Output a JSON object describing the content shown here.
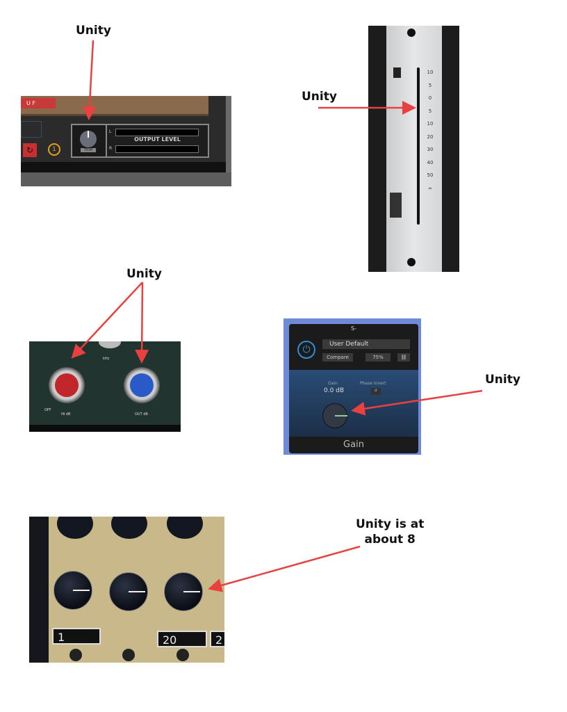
{
  "annotations": {
    "unity_1": "Unity",
    "unity_2": "Unity",
    "unity_3": "Unity",
    "unity_4": "Unity",
    "unity_5_line1": "Unity is at",
    "unity_5_line2": "about 8",
    "arrow_color": "#e8413f"
  },
  "panel_output_level": {
    "tag": "U F",
    "trim_label": "TRIM",
    "meter_label": "OUTPUT LEVEL",
    "channel_left": "L",
    "channel_right": "R",
    "badge": "1"
  },
  "panel_fader": {
    "scale": [
      "10",
      "5",
      "0",
      "5",
      "10",
      "20",
      "30",
      "40",
      "50",
      "∞"
    ]
  },
  "panel_eq": {
    "in_label": "IN dB",
    "out_label": "OUT dB",
    "off_label": "OFF",
    "freq_label": "kHz",
    "in_color": "#c0262a",
    "out_color": "#2a5ac8"
  },
  "panel_gain_plugin": {
    "title": "S-",
    "preset": "User Default",
    "compare": "Compare",
    "zoom": "75%",
    "gain_label": "Gain",
    "gain_value": "0.0 dB",
    "phase_label": "Phase Invert",
    "plugin_name": "Gain",
    "accent": "#2e8fd8"
  },
  "panel_console": {
    "channel_labels": [
      "1",
      "20",
      "2"
    ]
  }
}
